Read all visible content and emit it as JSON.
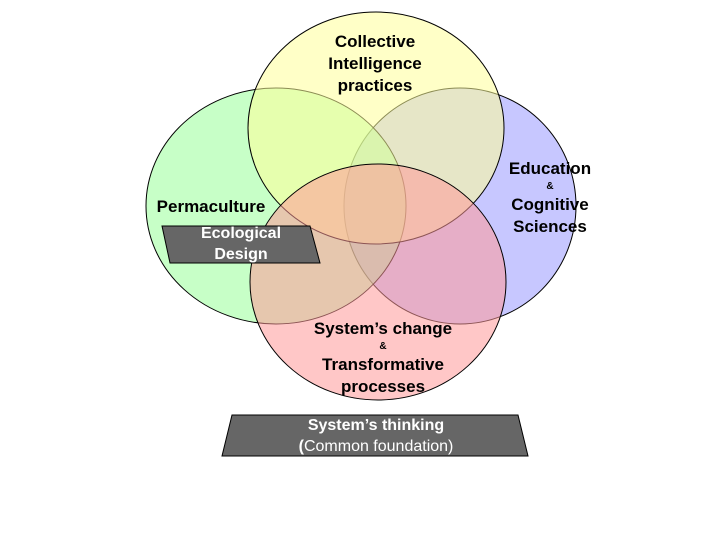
{
  "diagram": {
    "circles": [
      {
        "id": "collective",
        "lines": [
          "Collective",
          "Intelligence",
          "practices"
        ],
        "fill": "#ffff99"
      },
      {
        "id": "education",
        "lines": [
          "Education",
          "&",
          "Cognitive",
          "Sciences"
        ],
        "fill": "#9999ff"
      },
      {
        "id": "permaculture",
        "lines": [
          "Permaculture"
        ],
        "fill": "#99ff99"
      },
      {
        "id": "systems_change",
        "lines": [
          "System’s change",
          "&",
          "Transformative",
          "processes"
        ],
        "fill": "#ff9999"
      }
    ],
    "ecological_banner": {
      "lines": [
        "Ecological",
        "Design"
      ],
      "fill": "#666666"
    },
    "foundation_banner": {
      "title": "System’s thinking",
      "paren_open": "(",
      "subtitle": "Common foundation)",
      "fill": "#666666"
    }
  }
}
